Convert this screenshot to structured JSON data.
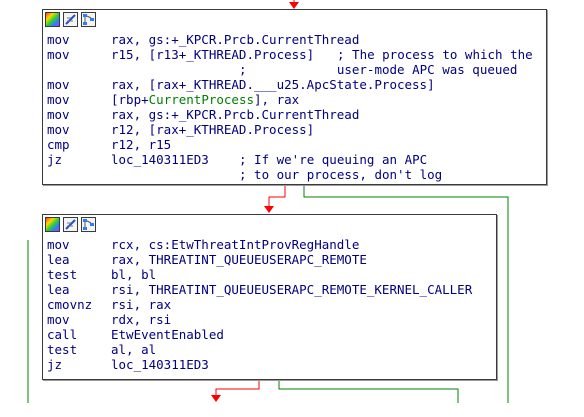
{
  "colors": {
    "instruction": "#000080",
    "highlight_name": "#008000",
    "edge_true": "#ff0000",
    "edge_false": "#008000",
    "block_border": "#3a3a3a"
  },
  "blocks": [
    {
      "header_icons": [
        "palette-icon",
        "edit-icon",
        "graph-icon"
      ],
      "lines": [
        {
          "mnemonic": "mov",
          "operands": "rax, gs:+_KPCR.Prcb.CurrentThread",
          "comment": ""
        },
        {
          "mnemonic": "mov",
          "operands": "r15, [r13+_KTHREAD.Process]",
          "comment": "; The process to which the"
        },
        {
          "mnemonic": "",
          "operands": "",
          "comment": ";            user-mode APC was queued"
        },
        {
          "mnemonic": "mov",
          "operands": "rax, [rax+_KTHREAD.___u25.ApcState.Process]",
          "comment": ""
        },
        {
          "mnemonic": "mov",
          "operands_pre": "[rbp+",
          "operands_hl": "CurrentProcess",
          "operands_post": "], rax",
          "comment": ""
        },
        {
          "mnemonic": "mov",
          "operands": "rax, gs:+_KPCR.Prcb.CurrentThread",
          "comment": ""
        },
        {
          "mnemonic": "mov",
          "operands": "r12, [rax+_KTHREAD.Process]",
          "comment": ""
        },
        {
          "mnemonic": "cmp",
          "operands": "r12, r15",
          "comment": ""
        },
        {
          "mnemonic": "jz",
          "operands": "loc_140311ED3",
          "comment": "; If we're queuing an APC"
        },
        {
          "mnemonic": "",
          "operands": "",
          "comment": "; to our process, don't log"
        }
      ]
    },
    {
      "header_icons": [
        "palette-icon",
        "edit-icon",
        "graph-icon"
      ],
      "lines": [
        {
          "mnemonic": "mov",
          "operands": "rcx, cs:EtwThreatIntProvRegHandle",
          "comment": ""
        },
        {
          "mnemonic": "lea",
          "operands": "rax, THREATINT_QUEUEUSERAPC_REMOTE",
          "comment": ""
        },
        {
          "mnemonic": "test",
          "operands": "bl, bl",
          "comment": ""
        },
        {
          "mnemonic": "lea",
          "operands": "rsi, THREATINT_QUEUEUSERAPC_REMOTE_KERNEL_CALLER",
          "comment": ""
        },
        {
          "mnemonic": "cmovnz",
          "operands": "rsi, rax",
          "comment": ""
        },
        {
          "mnemonic": "mov",
          "operands": "rdx, rsi",
          "comment": ""
        },
        {
          "mnemonic": "call",
          "operands": "EtwEventEnabled",
          "comment": ""
        },
        {
          "mnemonic": "test",
          "operands": "al, al",
          "comment": ""
        },
        {
          "mnemonic": "jz",
          "operands": "loc_140311ED3",
          "comment": ""
        }
      ]
    }
  ]
}
